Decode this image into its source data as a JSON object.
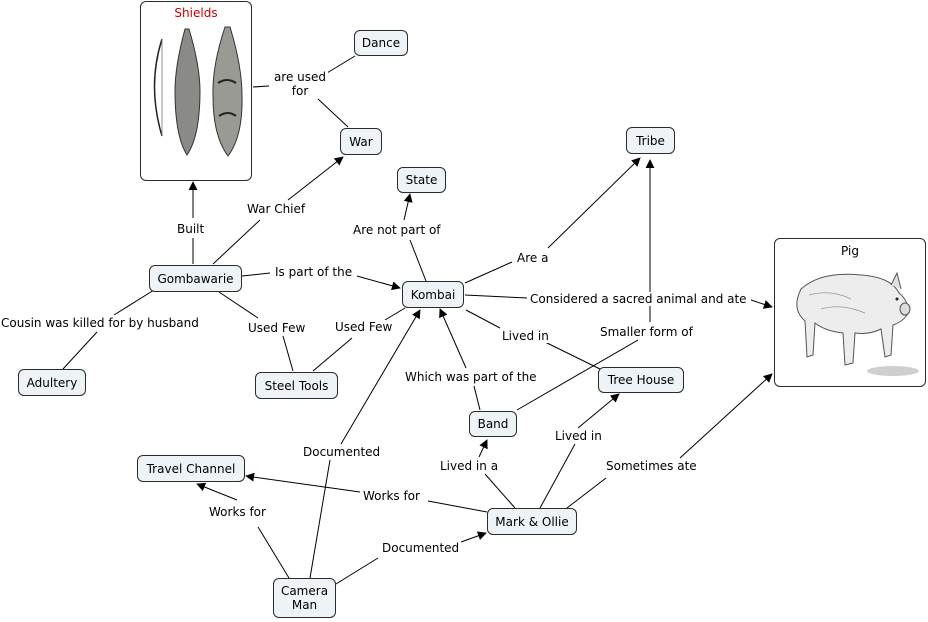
{
  "nodes": {
    "shields": "Shields",
    "dance": "Dance",
    "war": "War",
    "state": "State",
    "tribe": "Tribe",
    "pig": "Pig",
    "gombawarie": "Gombawarie",
    "kombai": "Kombai",
    "adultery": "Adultery",
    "steel_tools": "Steel Tools",
    "tree_house": "Tree House",
    "band": "Band",
    "travel_channel": "Travel Channel",
    "mark_ollie": "Mark & Ollie",
    "camera_man": "Camera Man"
  },
  "edge_labels": {
    "are_used_for": "are used for",
    "war_chief": "War Chief",
    "built": "Built",
    "are_not_part_of": "Are not part of",
    "are_a": "Are a",
    "is_part_of_the": "Is part of the",
    "considered_sacred": "Considered a sacred animal and ate",
    "cousin_killed": "Cousin was killed for by husband",
    "used_few_1": "Used Few",
    "used_few_2": "Used Few",
    "lived_in_1": "Lived in",
    "smaller_form_of": "Smaller form of",
    "which_was_part_of_the": "Which was part of the",
    "lived_in_2": "Lived in",
    "lived_in_a": "Lived in a",
    "documented_1": "Documented",
    "sometimes_ate": "Sometimes ate",
    "works_for_1": "Works for",
    "works_for_2": "Works for",
    "documented_2": "Documented"
  },
  "colors": {
    "node_fill": "#eef3f6",
    "node_border": "#2b2b2b",
    "shields_title": "#cc0000"
  }
}
